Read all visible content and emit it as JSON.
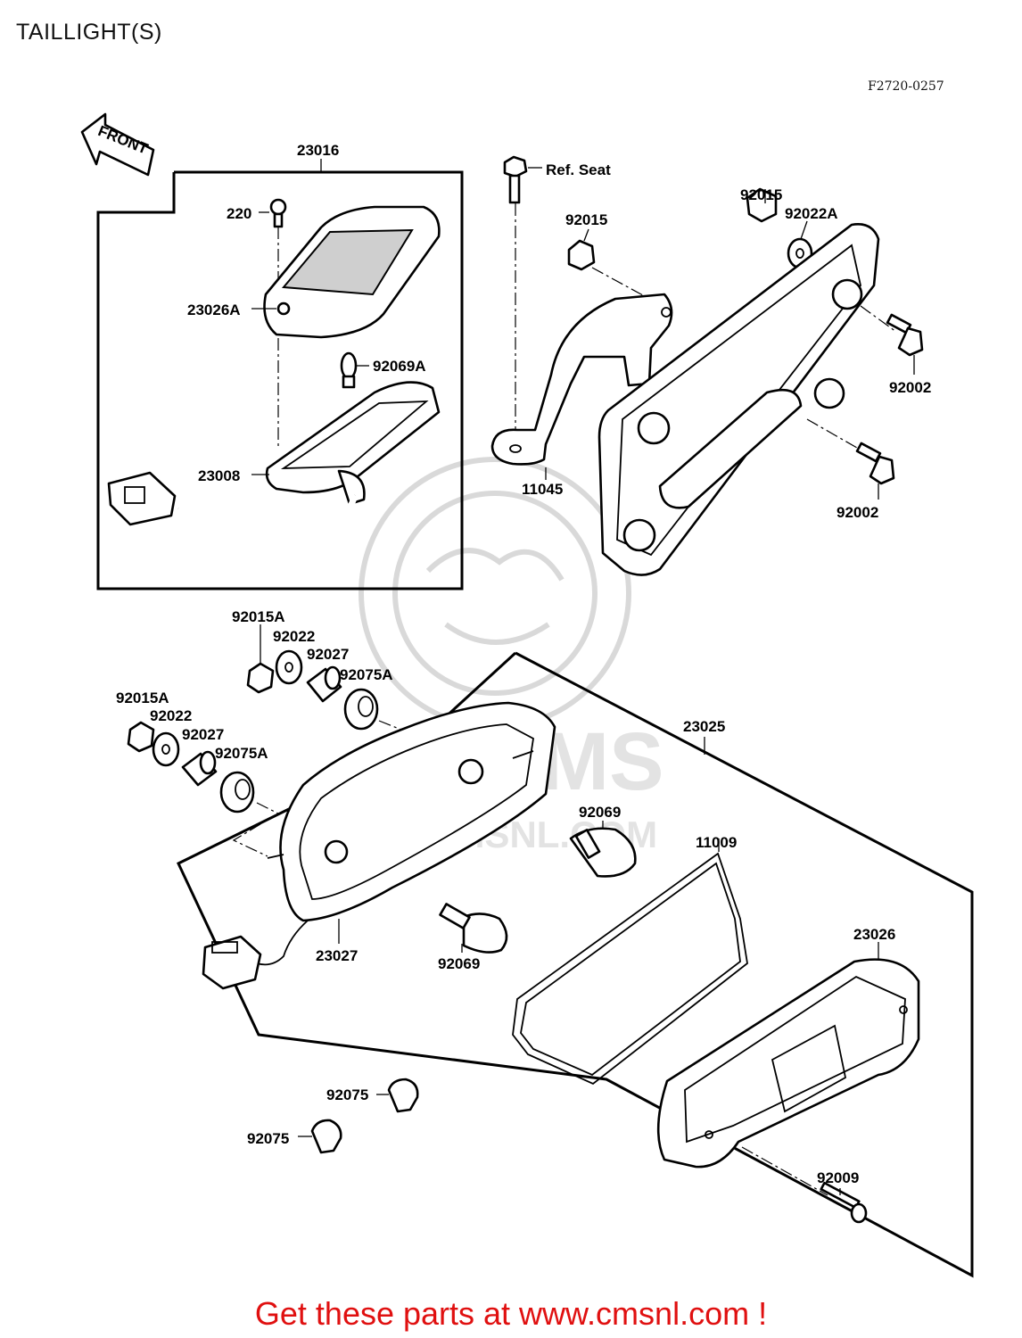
{
  "title": "TAILLIGHT(S)",
  "figure_code": "F2720-0257",
  "front_arrow_label": "FRONT",
  "watermark": {
    "logo_letters": "CMS",
    "url": "www.CMSNL.COM"
  },
  "footer": {
    "link_text": "Get these parts at www.cmsnl.com !",
    "color": "#e01010"
  },
  "callouts": {
    "c23016": "23016",
    "c220": "220",
    "c23026A": "23026A",
    "c92069A": "92069A",
    "c23008": "23008",
    "refSeat": "Ref. Seat",
    "c92015a": "92015",
    "c92015b": "92015",
    "c92022A": "92022A",
    "c92002a": "92002",
    "c92002b": "92002",
    "c11045": "11045",
    "c92015A_1": "92015A",
    "c92022_1": "92022",
    "c92027_1": "92027",
    "c92075A_1": "92075A",
    "c92015A_2": "92015A",
    "c92022_2": "92022",
    "c92027_2": "92027",
    "c92075A_2": "92075A",
    "c23025": "23025",
    "c92069a": "92069",
    "c11009": "11009",
    "c23027": "23027",
    "c92069b": "92069",
    "c23026": "23026",
    "c92075a": "92075",
    "c92075b": "92075",
    "c92009": "92009"
  }
}
